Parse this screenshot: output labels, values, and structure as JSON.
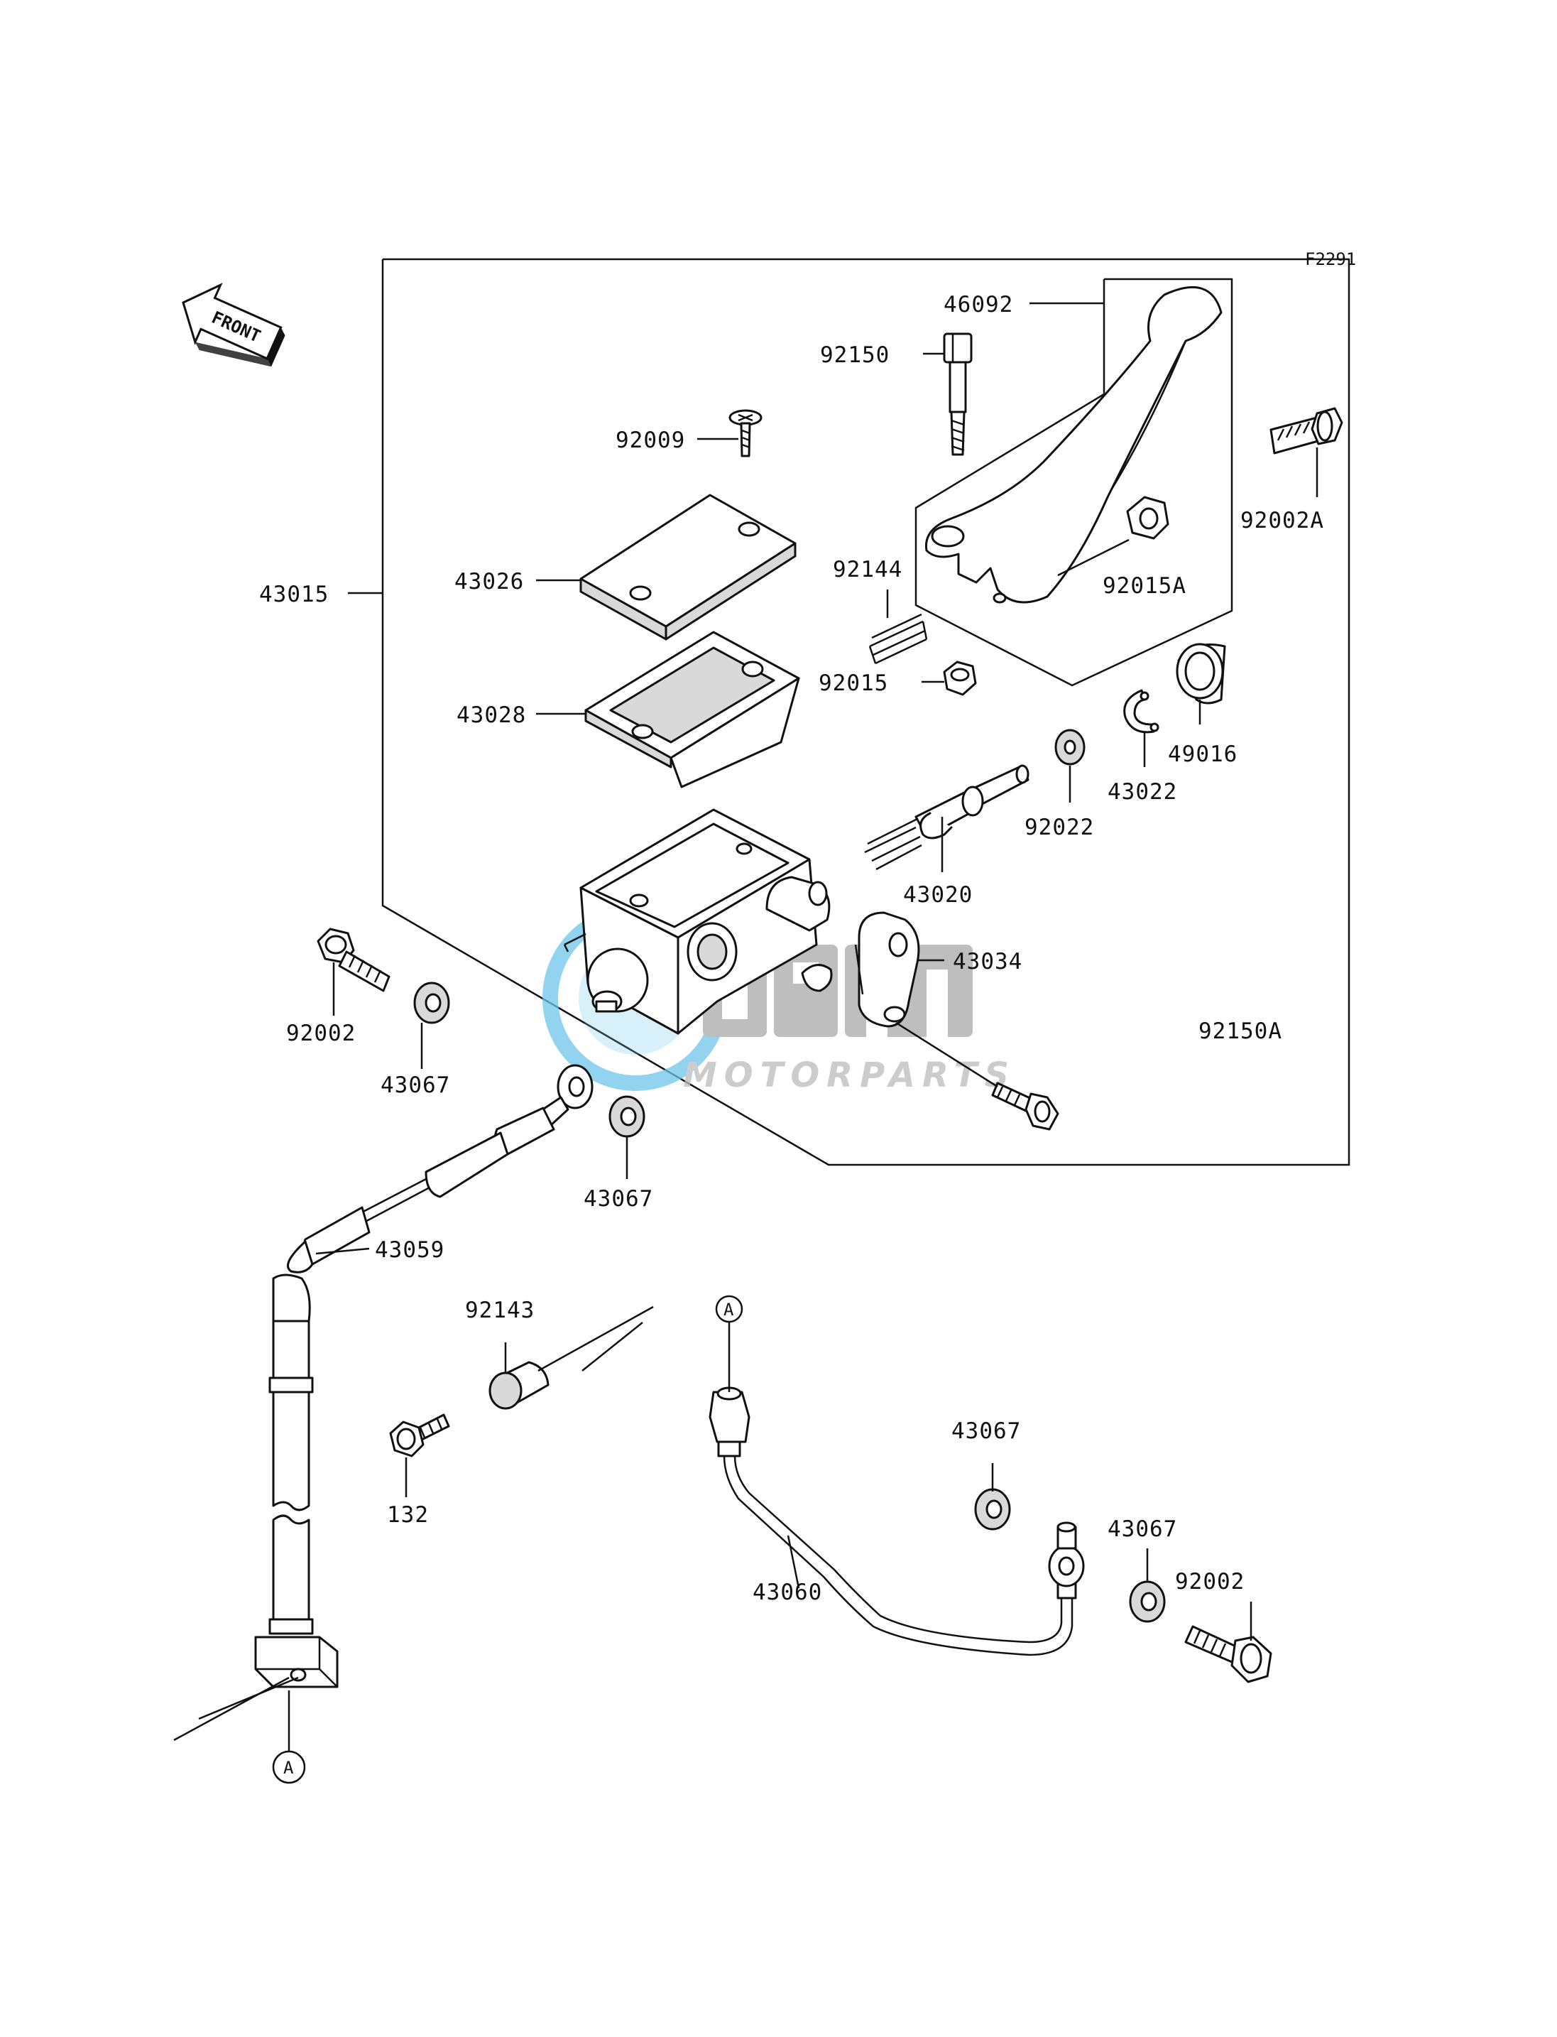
{
  "figure_code": "F2291",
  "front_arrow_label": "FRONT",
  "watermark": {
    "brand": "osm",
    "sub": "MOTORPARTS",
    "color": "#6ec6ea",
    "gray": "#a9a9a9"
  },
  "callouts": {
    "46092": "46092",
    "92150": "92150",
    "92009": "92009",
    "92002A": "92002A",
    "43026": "43026",
    "43015": "43015",
    "92144": "92144",
    "92015A": "92015A",
    "43028": "43028",
    "92015": "92015",
    "49016": "49016",
    "43022": "43022",
    "92022": "92022",
    "43020": "43020",
    "43034": "43034",
    "92002_left": "92002",
    "92150A": "92150A",
    "43067_a": "43067",
    "43067_b": "43067",
    "43059": "43059",
    "92143": "92143",
    "132": "132",
    "43067_c": "43067",
    "43067_d": "43067",
    "92002_right": "92002",
    "43060": "43060"
  },
  "ref_markers": {
    "top": "A",
    "bottom": "A"
  }
}
